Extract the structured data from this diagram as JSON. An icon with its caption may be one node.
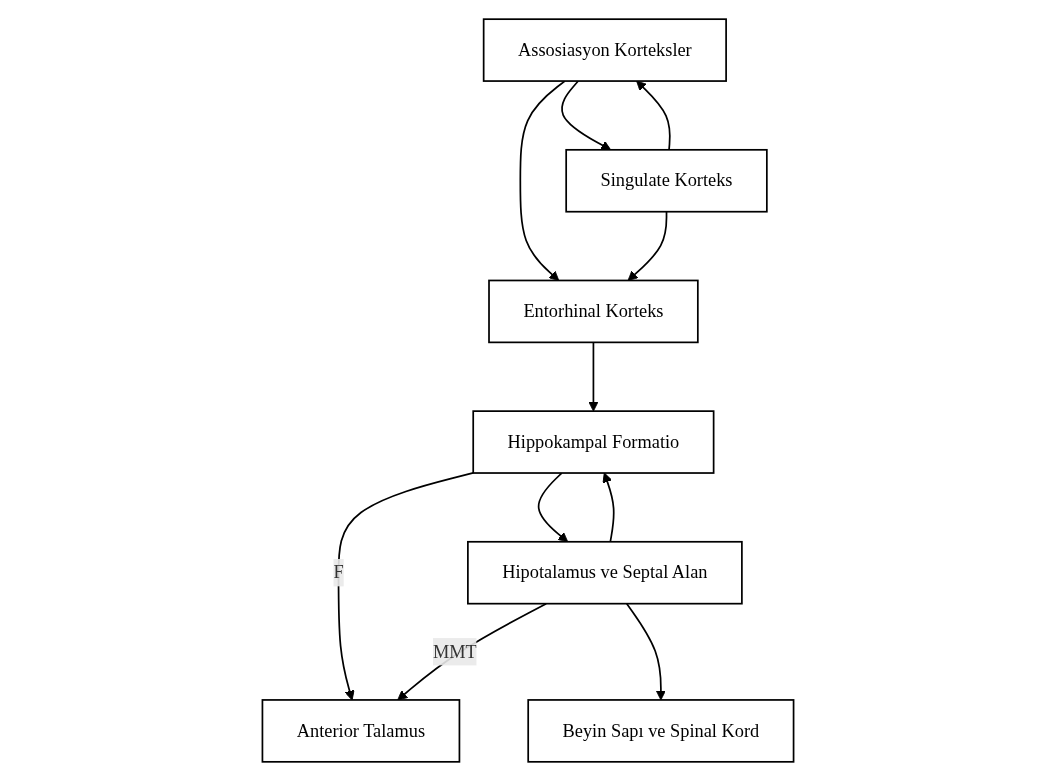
{
  "diagram": {
    "nodes": [
      {
        "text": [
          "Assosiasyon Korteksler"
        ]
      },
      {
        "text": [
          "Singulate Korteks"
        ]
      },
      {
        "text": [
          "Entorhinal Korteks"
        ]
      },
      {
        "text": [
          "Hippokampal Formatio"
        ]
      },
      {
        "text": [
          "Hipotalamus ve Septal Alan"
        ]
      },
      {
        "text": [
          "Beyin Sapı ve Spinal Kord"
        ]
      },
      {
        "text": [
          "Anterior Talamus"
        ]
      }
    ],
    "edges": [
      {
        "from": 0,
        "to": 1,
        "arrow": "to"
      },
      {
        "from": 1,
        "to": 0,
        "arrow": "to"
      },
      {
        "from": 0,
        "to": 2,
        "arrow": "to"
      },
      {
        "from": 1,
        "to": 2,
        "arrow": "to"
      },
      {
        "from": 2,
        "to": 3,
        "arrow": "to"
      },
      {
        "from": 3,
        "to": 4,
        "arrow": "to"
      },
      {
        "from": 4,
        "to": 3,
        "arrow": "to"
      },
      {
        "from": 3,
        "to": 6,
        "arrow": "to",
        "label": "F"
      },
      {
        "from": 4,
        "to": 6,
        "arrow": "to",
        "label": "MMT"
      },
      {
        "from": 4,
        "to": 5,
        "arrow": "to"
      }
    ]
  }
}
